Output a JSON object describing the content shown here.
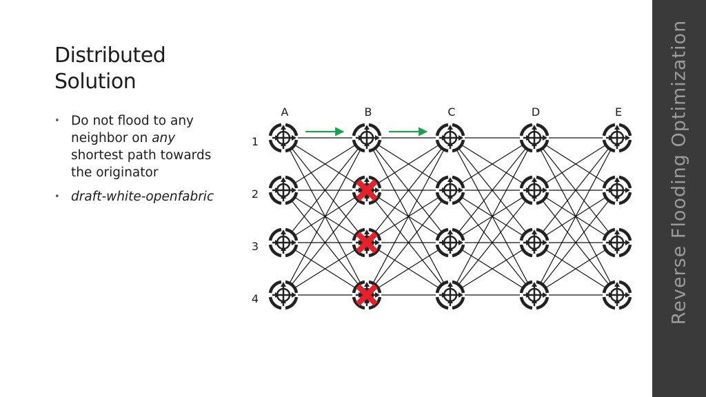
{
  "slide": {
    "title_lines": [
      "Distributed",
      "Solution"
    ],
    "bullets": [
      {
        "parts": [
          "Do not flood to any neighbor on ",
          "any",
          " shortest path towards the originator"
        ]
      },
      {
        "parts": [
          "draft-white-openfabric"
        ]
      }
    ],
    "sidebar_title": "Reverse Flooding Optimization"
  },
  "diagram": {
    "column_labels": [
      "A",
      "B",
      "C",
      "D",
      "E"
    ],
    "row_labels": [
      "1",
      "2",
      "3",
      "4"
    ],
    "failed_nodes": [
      [
        "B",
        "2"
      ],
      [
        "B",
        "3"
      ],
      [
        "B",
        "4"
      ]
    ],
    "flood_arrows": [
      [
        "A",
        "B"
      ],
      [
        "B",
        "C"
      ]
    ],
    "colors": {
      "line": "#111111",
      "arrow": "#1aa14a",
      "fail": "#e8202a",
      "node": "#222222"
    }
  }
}
